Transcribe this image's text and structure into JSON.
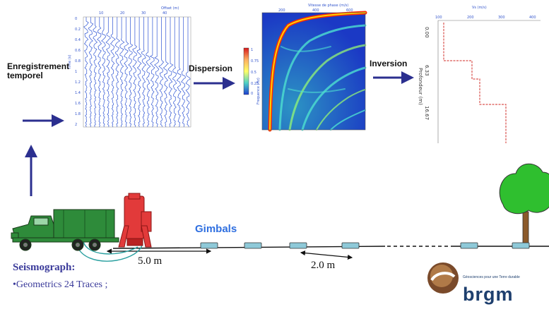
{
  "labels": {
    "recording_line1": "Enregistrement",
    "recording_line2": "temporel",
    "dispersion": "Dispersion",
    "inversion": "Inversion",
    "gimbals": "Gimbals",
    "spacing_source": "5.0 m",
    "spacing_geophone": "2.0 m",
    "seismograph_title": "Seismograph:",
    "seismograph_detail": "•Geometrics 24 Traces ;"
  },
  "seismogram": {
    "top_axis_title": "Offset (m)",
    "top_ticks": [
      "10",
      "20",
      "30",
      "40"
    ],
    "left_ticks": [
      "0",
      "0.2",
      "0.4",
      "0.6",
      "0.8",
      "1",
      "1.2",
      "1.4",
      "1.6",
      "1.8",
      "2"
    ],
    "left_axis_title": "Time (s)"
  },
  "dispersion_image": {
    "top_axis_title": "Vitesse de phase (m/s)",
    "top_ticks": [
      "200",
      "400",
      "600"
    ],
    "colorbar_ticks": [
      "1",
      "0.75",
      "0.5",
      "0.25",
      "0"
    ],
    "colorbar_title": "Frequence (Hz)"
  },
  "velocity_profile": {
    "top_axis_title": "Vs (m/s)",
    "top_ticks": [
      "100",
      "200",
      "300",
      "400"
    ],
    "depth_ticks": [
      "0.00",
      "6.33",
      "16.67"
    ],
    "left_axis_title": "Profondeur (m)"
  },
  "logo": {
    "name": "brgm",
    "tagline": "Géosciences pour une Terre durable"
  },
  "colors": {
    "arrow": "#2b2f8f",
    "gimbals_text": "#2f6fe0",
    "truck_green": "#2e8b3a",
    "source_red": "#e23a3a",
    "tree_green": "#2fbf2f",
    "trunk_brown": "#8b5a2b",
    "cable": "#2aa0a0",
    "geophone_fill": "#8ec9d8",
    "profile_dash": "#d9534f",
    "logo_blue": "#1e3f6e"
  }
}
